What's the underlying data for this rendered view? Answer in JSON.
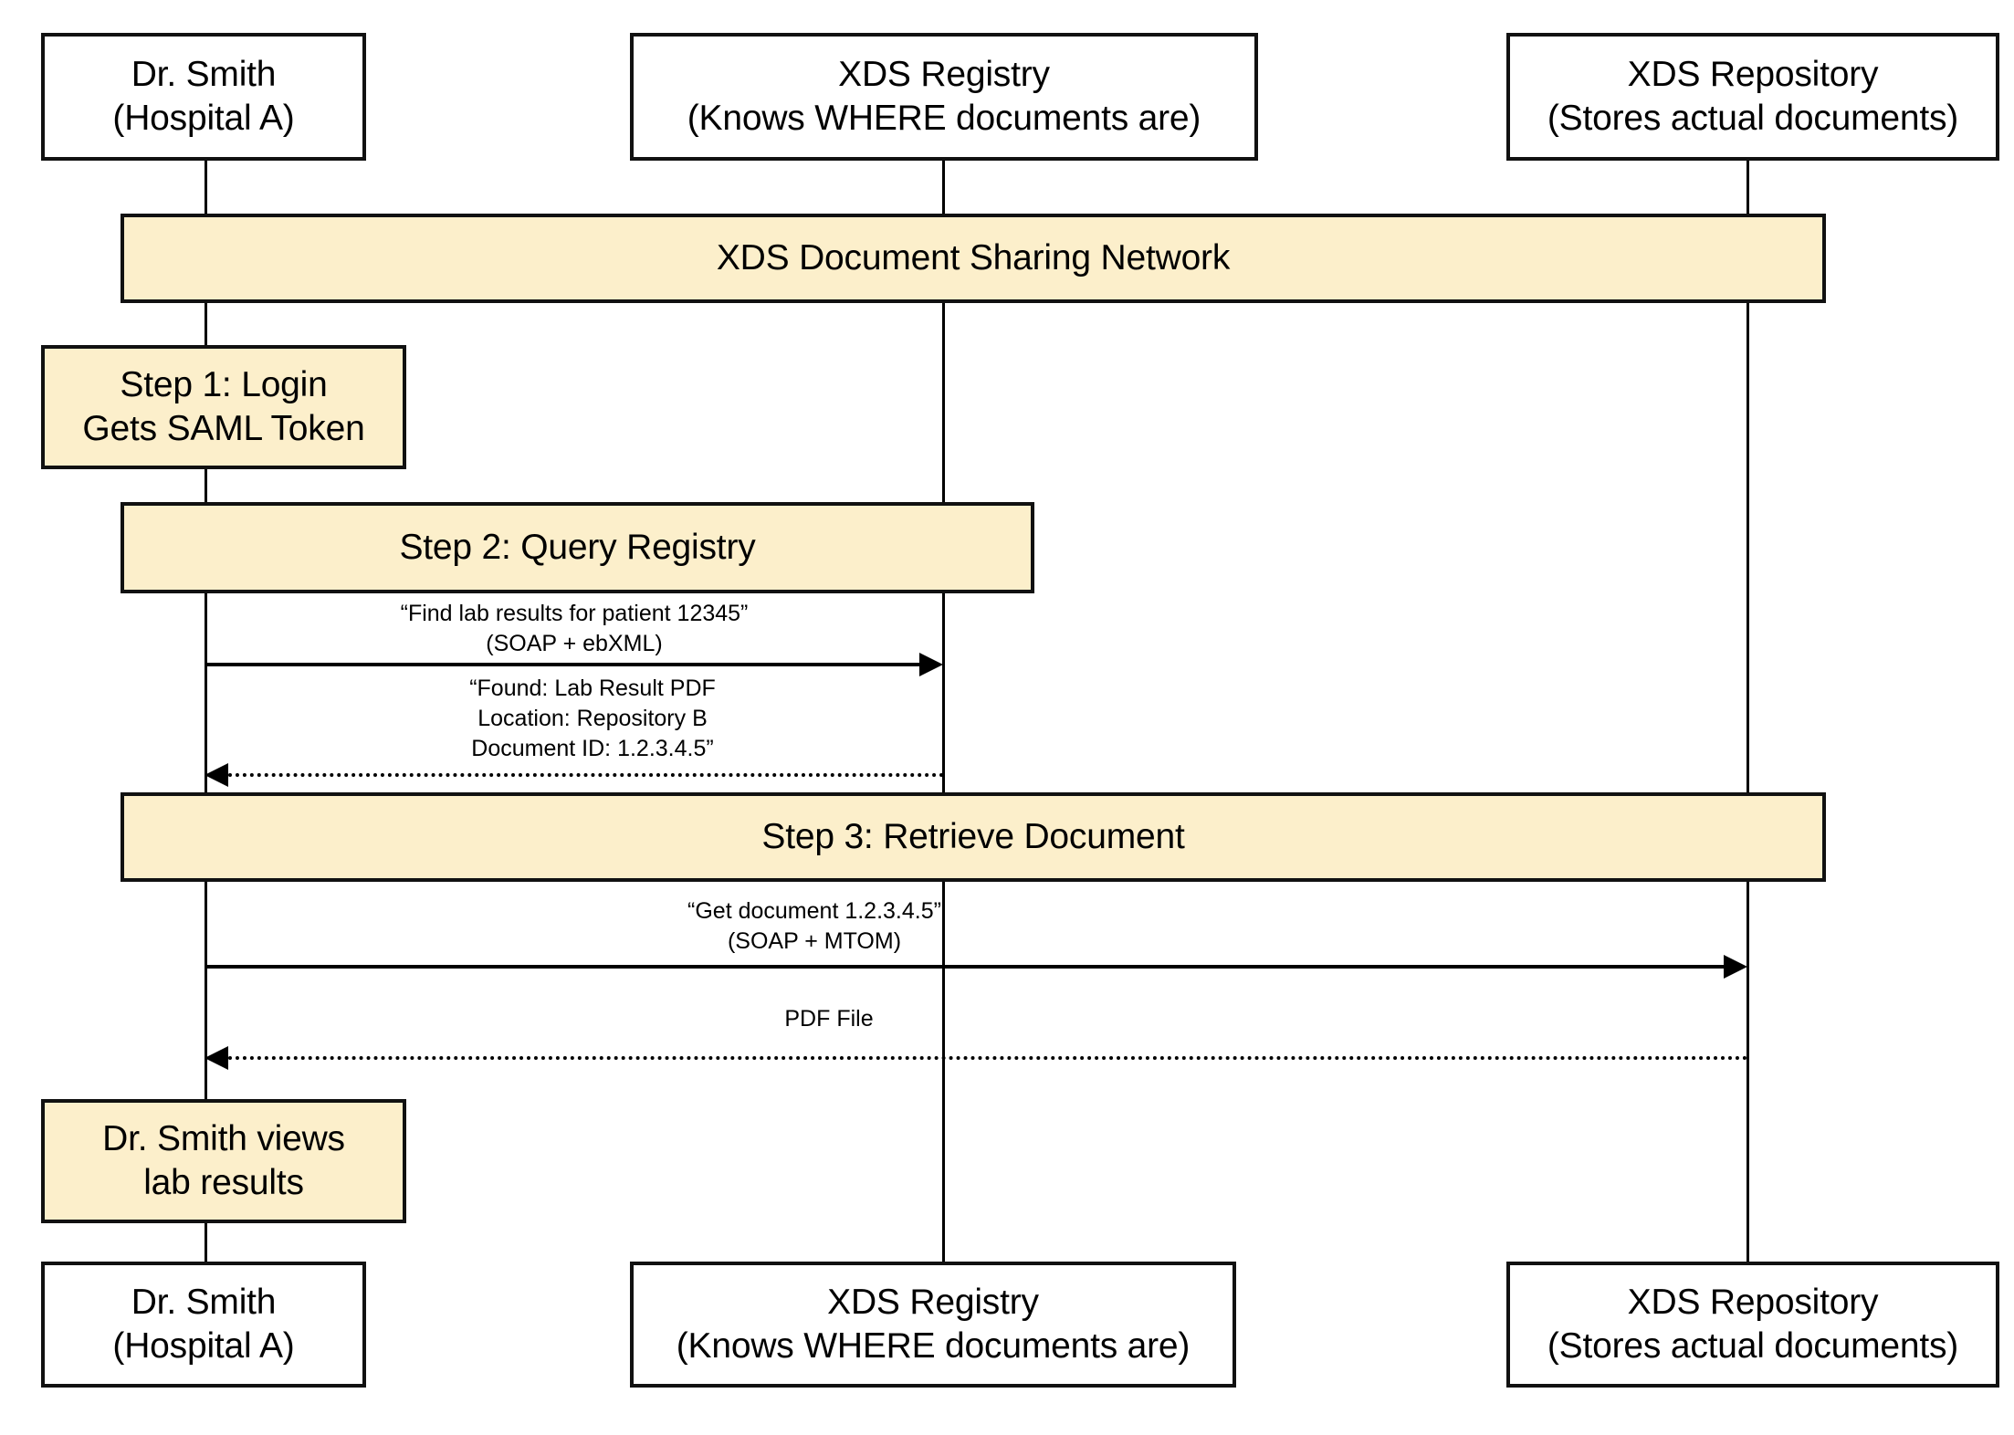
{
  "diagram": {
    "type": "sequence-diagram",
    "background_color": "#ffffff",
    "note_fill_color": "#fcefcb",
    "line_color": "#000000",
    "participants": [
      {
        "id": "doctor",
        "title": "Dr. Smith",
        "subtitle": "(Hospital A)"
      },
      {
        "id": "registry",
        "title": "XDS Registry",
        "subtitle": "(Knows WHERE documents are)"
      },
      {
        "id": "repository",
        "title": "XDS Repository",
        "subtitle": "(Stores actual documents)"
      }
    ],
    "banners": {
      "network": "XDS Document Sharing Network",
      "step3": "Step 3: Retrieve Document"
    },
    "notes": {
      "step1_line1": "Step 1: Login",
      "step1_line2": "Gets SAML Token",
      "step2": "Step 2: Query Registry",
      "final_line1": "Dr. Smith views",
      "final_line2": "lab results"
    },
    "messages": {
      "query_request_line1": "“Find lab results for patient 12345”",
      "query_request_line2": "(SOAP + ebXML)",
      "query_response_line1": "“Found: Lab Result PDF",
      "query_response_line2": "Location: Repository B",
      "query_response_line3": "Document ID: 1.2.3.4.5”",
      "retrieve_request_line1": "“Get document 1.2.3.4.5”",
      "retrieve_request_line2": "(SOAP + MTOM)",
      "retrieve_response": "PDF File"
    }
  }
}
